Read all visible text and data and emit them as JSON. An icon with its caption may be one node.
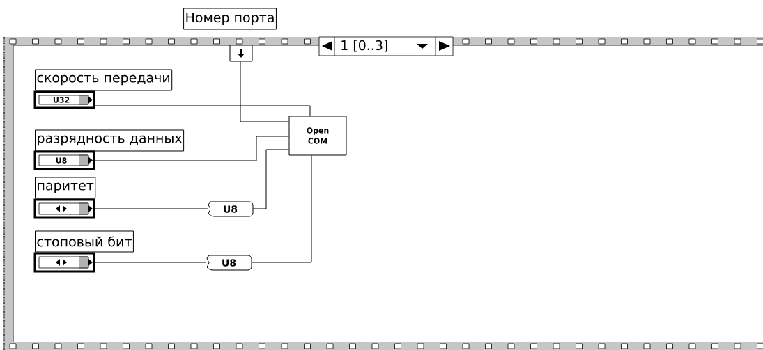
{
  "diagram": {
    "nodes": [
      {
        "text": [
          "1 [0..3]"
        ]
      },
      {
        "text": [],
        "shape": "box",
        "in": 0
      },
      {
        "text": [
          "скорость передачи",
          "U32"
        ],
        "in": 0
      },
      {
        "text": [
          "разрядность данных",
          "U8"
        ],
        "in": 0
      },
      {
        "text": [
          "паритет"
        ],
        "in": 0
      },
      {
        "text": [
          "стоповый бит"
        ],
        "in": 0
      },
      {
        "text": [
          "Open COM"
        ],
        "in": 0
      },
      {
        "text": [
          "U8"
        ],
        "in": 0
      },
      {
        "text": [
          "U8"
        ],
        "in": 0
      },
      {
        "text": [
          "Номер порта"
        ]
      }
    ],
    "edges": [
      {
        "from": 1,
        "to": 6,
        "arrow": "none"
      },
      {
        "from": 2,
        "to": 6,
        "arrow": "none"
      },
      {
        "from": 3,
        "to": 6,
        "arrow": "none"
      },
      {
        "from": 4,
        "to": 7,
        "arrow": "none"
      },
      {
        "from": 7,
        "to": 6,
        "arrow": "none"
      },
      {
        "from": 5,
        "to": 8,
        "arrow": "none"
      },
      {
        "from": 8,
        "to": 6,
        "arrow": "none"
      }
    ]
  }
}
